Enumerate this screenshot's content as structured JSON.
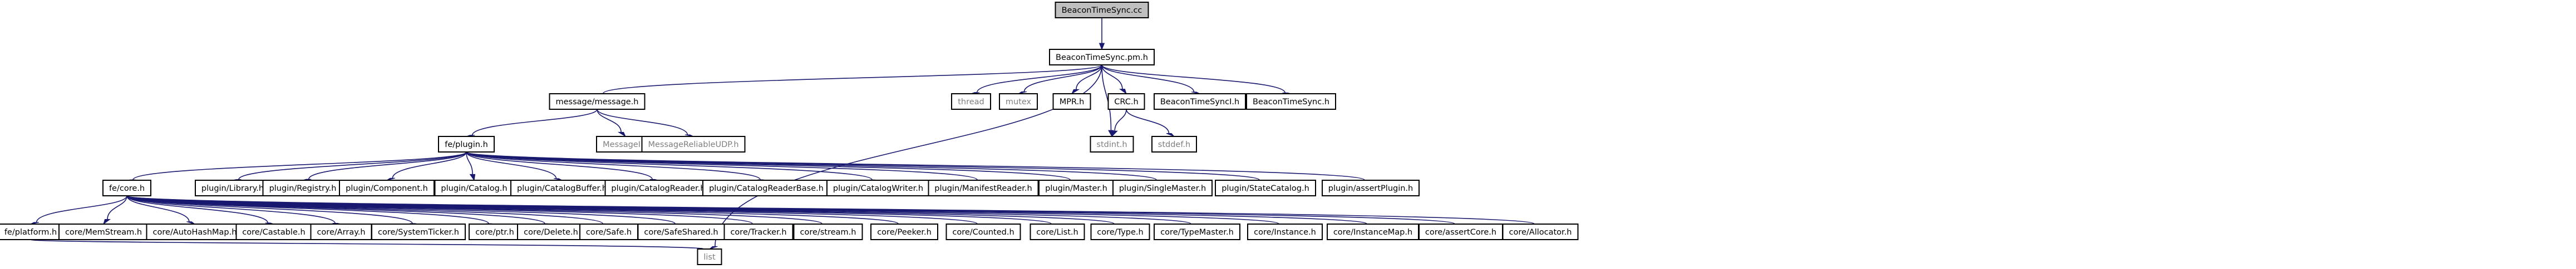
{
  "nodes": [
    {
      "id": "root",
      "label": "BeaconTimeSync.cc",
      "style": "root"
    },
    {
      "id": "pmh",
      "label": "BeaconTimeSync.pm.h",
      "style": "normal"
    },
    {
      "id": "msg",
      "label": "message/message.h",
      "style": "normal"
    },
    {
      "id": "thread",
      "label": "thread",
      "style": "system"
    },
    {
      "id": "mutex",
      "label": "mutex",
      "style": "system"
    },
    {
      "id": "mpr",
      "label": "MPR.h",
      "style": "normal"
    },
    {
      "id": "crc",
      "label": "CRC.h",
      "style": "normal"
    },
    {
      "id": "btsi",
      "label": "BeaconTimeSyncI.h",
      "style": "normal"
    },
    {
      "id": "bts",
      "label": "BeaconTimeSync.h",
      "style": "normal"
    },
    {
      "id": "stdint",
      "label": "stdint.h",
      "style": "system"
    },
    {
      "id": "stddef",
      "label": "stddef.h",
      "style": "system"
    },
    {
      "id": "plugin",
      "label": "fe/plugin.h",
      "style": "normal"
    },
    {
      "id": "messagei",
      "label": "MessageI.h",
      "style": "system"
    },
    {
      "id": "msgrel",
      "label": "MessageReliableUDP.h",
      "style": "system"
    },
    {
      "id": "core",
      "label": "fe/core.h",
      "style": "red"
    },
    {
      "id": "p_library",
      "label": "plugin/Library.h",
      "style": "normal"
    },
    {
      "id": "p_registry",
      "label": "plugin/Registry.h",
      "style": "normal"
    },
    {
      "id": "p_component",
      "label": "plugin/Component.h",
      "style": "normal"
    },
    {
      "id": "p_catalog",
      "label": "plugin/Catalog.h",
      "style": "normal"
    },
    {
      "id": "p_catbuf",
      "label": "plugin/CatalogBuffer.h",
      "style": "normal"
    },
    {
      "id": "p_catreader",
      "label": "plugin/CatalogReader.h",
      "style": "normal"
    },
    {
      "id": "p_catreaderbase",
      "label": "plugin/CatalogReaderBase.h",
      "style": "normal"
    },
    {
      "id": "p_catwriter",
      "label": "plugin/CatalogWriter.h",
      "style": "normal"
    },
    {
      "id": "p_manifest",
      "label": "plugin/ManifestReader.h",
      "style": "normal"
    },
    {
      "id": "p_master",
      "label": "plugin/Master.h",
      "style": "normal"
    },
    {
      "id": "p_single",
      "label": "plugin/SingleMaster.h",
      "style": "normal"
    },
    {
      "id": "p_state",
      "label": "plugin/StateCatalog.h",
      "style": "normal"
    },
    {
      "id": "p_assert",
      "label": "plugin/assertPlugin.h",
      "style": "normal"
    },
    {
      "id": "platform",
      "label": "fe/platform.h",
      "style": "red"
    },
    {
      "id": "c_memstream",
      "label": "core/MemStream.h",
      "style": "normal"
    },
    {
      "id": "c_autohash",
      "label": "core/AutoHashMap.h",
      "style": "normal"
    },
    {
      "id": "c_castable",
      "label": "core/Castable.h",
      "style": "normal"
    },
    {
      "id": "c_array",
      "label": "core/Array.h",
      "style": "normal"
    },
    {
      "id": "c_ticker",
      "label": "core/SystemTicker.h",
      "style": "red"
    },
    {
      "id": "c_ptr",
      "label": "core/ptr.h",
      "style": "normal"
    },
    {
      "id": "c_delete",
      "label": "core/Delete.h",
      "style": "normal"
    },
    {
      "id": "c_safe",
      "label": "core/Safe.h",
      "style": "normal"
    },
    {
      "id": "c_safeshared",
      "label": "core/SafeShared.h",
      "style": "normal"
    },
    {
      "id": "c_tracker",
      "label": "core/Tracker.h",
      "style": "normal"
    },
    {
      "id": "c_stream",
      "label": "core/stream.h",
      "style": "normal"
    },
    {
      "id": "c_peeker",
      "label": "core/Peeker.h",
      "style": "normal"
    },
    {
      "id": "c_counted",
      "label": "core/Counted.h",
      "style": "normal"
    },
    {
      "id": "c_list",
      "label": "core/List.h",
      "style": "normal"
    },
    {
      "id": "c_type",
      "label": "core/Type.h",
      "style": "normal"
    },
    {
      "id": "c_typemaster",
      "label": "core/TypeMaster.h",
      "style": "normal"
    },
    {
      "id": "c_instance",
      "label": "core/Instance.h",
      "style": "normal"
    },
    {
      "id": "c_instancemap",
      "label": "core/InstanceMap.h",
      "style": "normal"
    },
    {
      "id": "c_assertcore",
      "label": "core/assertCore.h",
      "style": "normal"
    },
    {
      "id": "c_allocator",
      "label": "core/Allocator.h",
      "style": "normal"
    },
    {
      "id": "list",
      "label": "list",
      "style": "system"
    }
  ],
  "edges": [
    [
      "root",
      "pmh"
    ],
    [
      "pmh",
      "msg"
    ],
    [
      "pmh",
      "thread"
    ],
    [
      "pmh",
      "mutex"
    ],
    [
      "pmh",
      "mpr"
    ],
    [
      "pmh",
      "crc"
    ],
    [
      "pmh",
      "btsi"
    ],
    [
      "pmh",
      "bts"
    ],
    [
      "pmh",
      "stdint"
    ],
    [
      "pmh",
      "list"
    ],
    [
      "crc",
      "stdint"
    ],
    [
      "crc",
      "stddef"
    ],
    [
      "msg",
      "plugin"
    ],
    [
      "msg",
      "messagei"
    ],
    [
      "msg",
      "msgrel"
    ],
    [
      "plugin",
      "core"
    ],
    [
      "plugin",
      "p_library"
    ],
    [
      "plugin",
      "p_registry"
    ],
    [
      "plugin",
      "p_component"
    ],
    [
      "plugin",
      "p_catalog"
    ],
    [
      "plugin",
      "p_catbuf"
    ],
    [
      "plugin",
      "p_catreader"
    ],
    [
      "plugin",
      "p_catreaderbase"
    ],
    [
      "plugin",
      "p_catwriter"
    ],
    [
      "plugin",
      "p_manifest"
    ],
    [
      "plugin",
      "p_master"
    ],
    [
      "plugin",
      "p_single"
    ],
    [
      "plugin",
      "p_state"
    ],
    [
      "plugin",
      "p_assert"
    ],
    [
      "core",
      "platform"
    ],
    [
      "core",
      "c_memstream"
    ],
    [
      "core",
      "c_autohash"
    ],
    [
      "core",
      "c_castable"
    ],
    [
      "core",
      "c_array"
    ],
    [
      "core",
      "c_ticker"
    ],
    [
      "core",
      "c_ptr"
    ],
    [
      "core",
      "c_delete"
    ],
    [
      "core",
      "c_safe"
    ],
    [
      "core",
      "c_safeshared"
    ],
    [
      "core",
      "c_tracker"
    ],
    [
      "core",
      "c_stream"
    ],
    [
      "core",
      "c_peeker"
    ],
    [
      "core",
      "c_counted"
    ],
    [
      "core",
      "c_list"
    ],
    [
      "core",
      "c_type"
    ],
    [
      "core",
      "c_typemaster"
    ],
    [
      "core",
      "c_instance"
    ],
    [
      "core",
      "c_instancemap"
    ],
    [
      "core",
      "c_assertcore"
    ],
    [
      "core",
      "c_allocator"
    ],
    [
      "platform",
      "list"
    ]
  ],
  "colors": {
    "edge": "#191970",
    "root_fill": "#bfbfbf",
    "node_fill": "#ffffff",
    "border_normal": "#000000",
    "border_red": "#ff0000",
    "border_system": "#bfbfbf",
    "text_normal": "#000000",
    "text_system": "#7f7f7f"
  }
}
